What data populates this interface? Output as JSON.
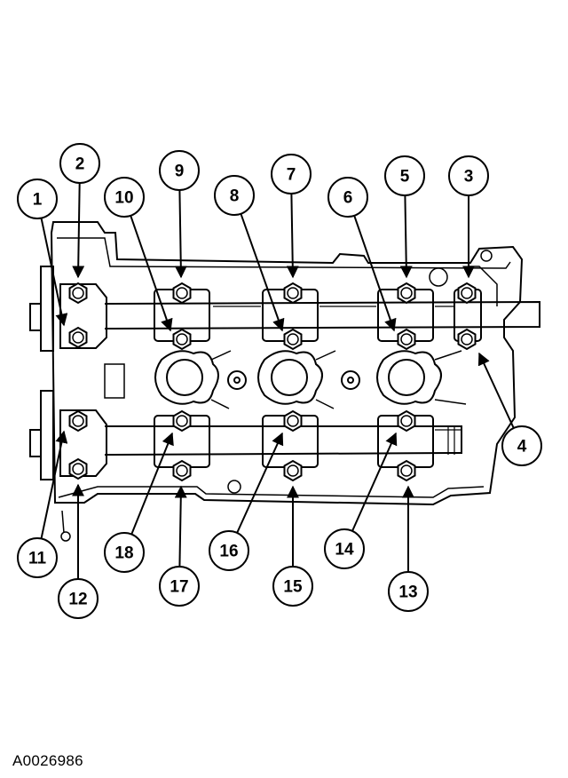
{
  "figure_id": "A0026986",
  "callouts": [
    "1",
    "2",
    "3",
    "4",
    "5",
    "6",
    "7",
    "8",
    "9",
    "10",
    "11",
    "12",
    "13",
    "14",
    "15",
    "16",
    "17",
    "18"
  ]
}
